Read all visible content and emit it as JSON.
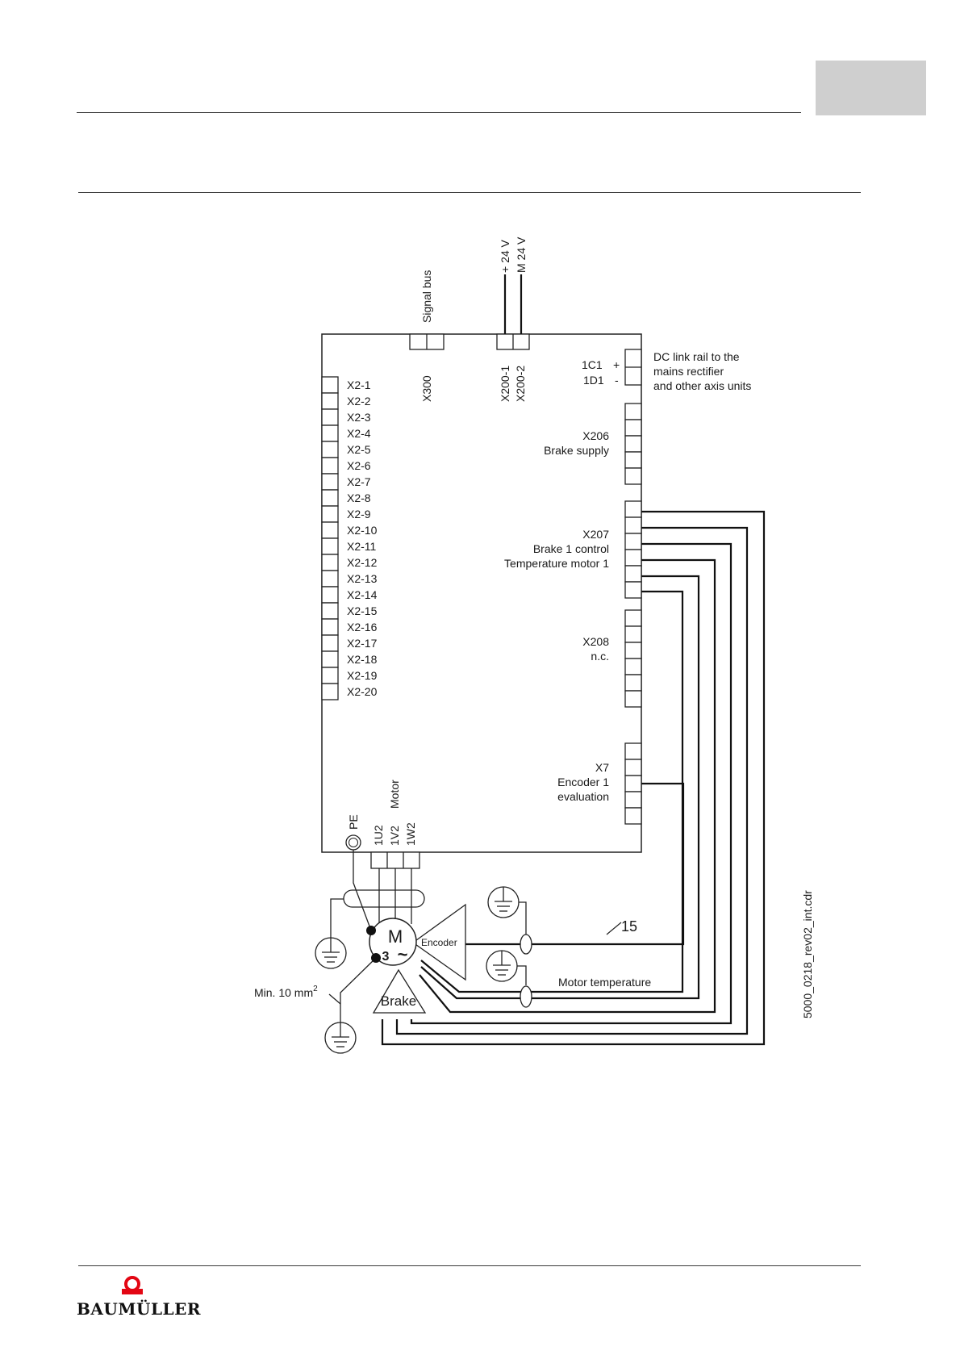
{
  "header": {
    "tab_color": "#cfcfcf"
  },
  "diagram": {
    "signal_bus_label": "Signal bus",
    "x300_label": "X300",
    "supply_plus_label": "+ 24 V",
    "supply_minus_label": "M 24 V",
    "x200_1_label": "X200-1",
    "x200_2_label": "X200-2",
    "dc_link": {
      "terminal_1c1": "1C1",
      "terminal_1c1_sign": "+",
      "terminal_1d1": "1D1",
      "terminal_1d1_sign": "-",
      "line1": "DC link rail to the",
      "line2": "mains rectifier",
      "line3": "and other axis units"
    },
    "x2_terminals": [
      "X2-1",
      "X2-2",
      "X2-3",
      "X2-4",
      "X2-5",
      "X2-6",
      "X2-7",
      "X2-8",
      "X2-9",
      "X2-10",
      "X2-11",
      "X2-12",
      "X2-13",
      "X2-14",
      "X2-15",
      "X2-16",
      "X2-17",
      "X2-18",
      "X2-19",
      "X2-20"
    ],
    "x206": {
      "title": "X206",
      "desc": "Brake supply"
    },
    "x207": {
      "title": "X207",
      "desc1": "Brake 1 control",
      "desc2": "Temperature motor 1"
    },
    "x208": {
      "title": "X208",
      "desc": "n.c."
    },
    "x7": {
      "title": "X7",
      "desc1": "Encoder 1",
      "desc2": "evaluation"
    },
    "pe_label": "PE",
    "motor_label": "Motor",
    "motor_terminals": [
      "1U2",
      "1V2",
      "1W2"
    ],
    "motor_symbol": "M",
    "motor_phase": "3",
    "motor_ac": "~",
    "encoder_label": "Encoder",
    "brake_label": "Brake",
    "cable_number": "15",
    "motor_temperature_label": "Motor temperature",
    "min_cross_section": "Min. 10 mm",
    "min_cross_section_sup": "2",
    "file_reference": "5000_0218_rev02_int.cdr"
  },
  "footer": {
    "logo_text": "BAUMÜLLER",
    "logo_color": "#e30613"
  }
}
